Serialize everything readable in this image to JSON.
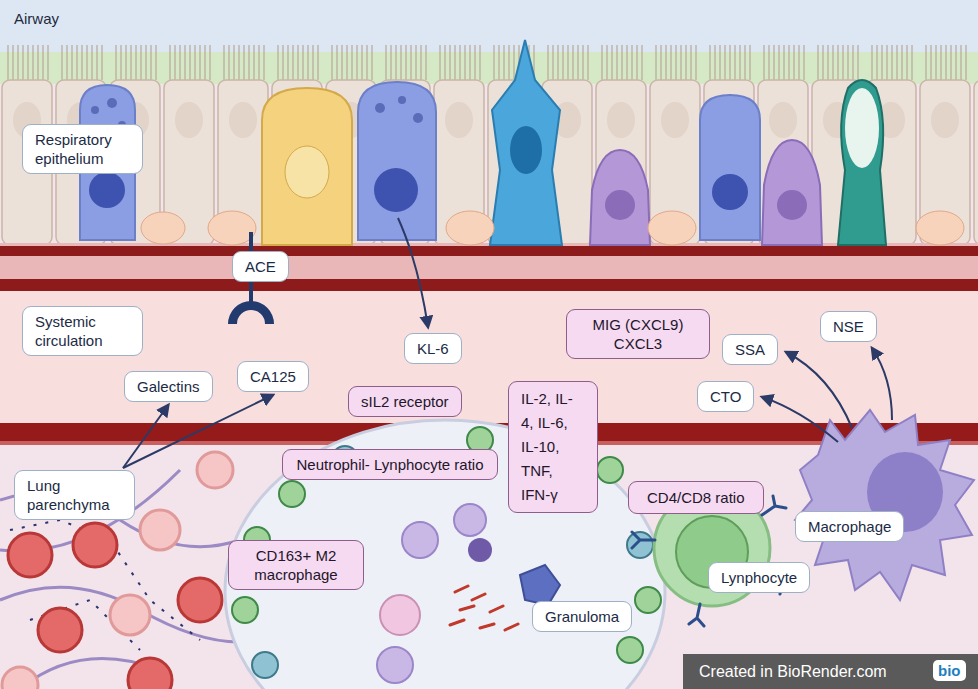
{
  "diagram": {
    "nodes": [
      {
        "text": [
          "Respiratory epithelium"
        ]
      },
      {
        "text": [
          "ACE"
        ]
      },
      {
        "text": [
          "Systemic circulation"
        ]
      },
      {
        "text": [
          "KL-6"
        ]
      },
      {
        "text": [
          "MIG (CXCL9) CXCL3"
        ]
      },
      {
        "text": [
          "NSE"
        ]
      },
      {
        "text": [
          "SSA"
        ]
      },
      {
        "text": [
          "CTO"
        ]
      },
      {
        "text": [
          "Galectins"
        ]
      },
      {
        "text": [
          "CA125"
        ]
      },
      {
        "text": [
          "sIL2 receptor"
        ]
      },
      {
        "text": [
          "IL-2, IL-4, IL-6, IL-10, TNF, IFN-γ"
        ]
      },
      {
        "text": [
          "Neutrophil- Lynphocyte ratio"
        ]
      },
      {
        "text": [
          "Lung parenchyma"
        ]
      },
      {
        "text": [
          "CD163+ M2 macrophage"
        ]
      },
      {
        "text": [
          "CD4/CD8 ratio"
        ]
      },
      {
        "text": [
          "Macrophage"
        ]
      },
      {
        "text": [
          "Lynphocyte"
        ]
      },
      {
        "text": [
          "Granuloma"
        ]
      }
    ],
    "edges": [
      {
        "from": 13,
        "to": 8,
        "arrow": "to"
      },
      {
        "from": 13,
        "to": 9,
        "arrow": "to"
      }
    ],
    "labels": [
      "Airway",
      "Created in BioRender.com",
      "bio"
    ]
  }
}
